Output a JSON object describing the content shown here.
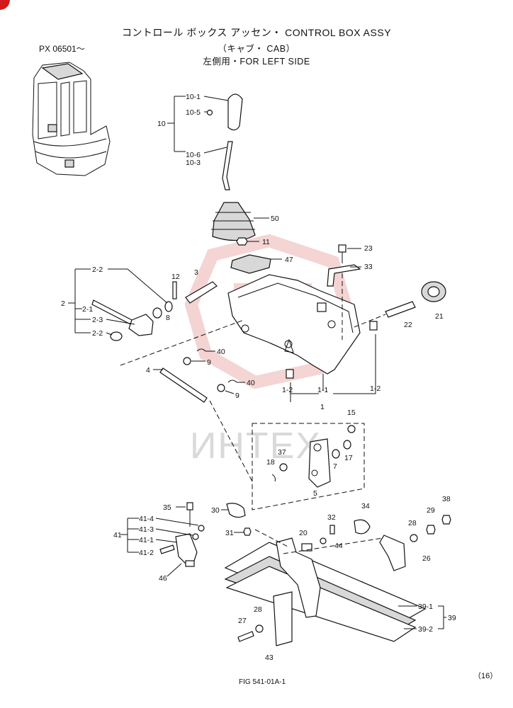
{
  "header": {
    "title": "コントロール ボックス アッセン・ CONTROL BOX ASSY",
    "subtitle": "（キャブ・ CAB）",
    "side": "左側用・FOR LEFT SIDE",
    "serial": "PX 06501～"
  },
  "footer": {
    "figure": "FIG  541-01A-1",
    "page": "（16）"
  },
  "watermark": {
    "text": "ИНТЕХ",
    "color": "#e8a0a0"
  },
  "labels": {
    "p10_1": "10-1",
    "p10_5": "10-5",
    "p10": "10",
    "p10_6": "10-6",
    "p10_3": "10-3",
    "p50": "50",
    "p11": "11",
    "p47": "47",
    "p23": "23",
    "p33": "33",
    "p2_2a": "2-2",
    "p2": "2",
    "p2_1": "2-1",
    "p2_3": "2-3",
    "p2_2b": "2-2",
    "p12": "12",
    "p3": "3",
    "p8": "8",
    "p21": "21",
    "p22": "22",
    "p40a": "40",
    "p9a": "9",
    "p4": "4",
    "p40b": "40",
    "p9b": "9",
    "p1_2a": "1-2",
    "p1_1": "1-1",
    "p1": "1",
    "p1_2b": "1-2",
    "p15": "15",
    "p37": "37",
    "p7": "7",
    "p17": "17",
    "p18": "18",
    "p5": "5",
    "p35": "35",
    "p30": "30",
    "p34": "34",
    "p32": "32",
    "p29": "29",
    "p38": "38",
    "p41_4": "41-4",
    "p41_3": "41-3",
    "p41": "41",
    "p41_1": "41-1",
    "p41_2": "41-2",
    "p31": "31",
    "p20": "20",
    "p44": "44",
    "p28a": "28",
    "p26": "26",
    "p46": "46",
    "p39_1": "39-1",
    "p39": "39",
    "p39_2": "39-2",
    "p28b": "28",
    "p27": "27",
    "p43": "43"
  }
}
